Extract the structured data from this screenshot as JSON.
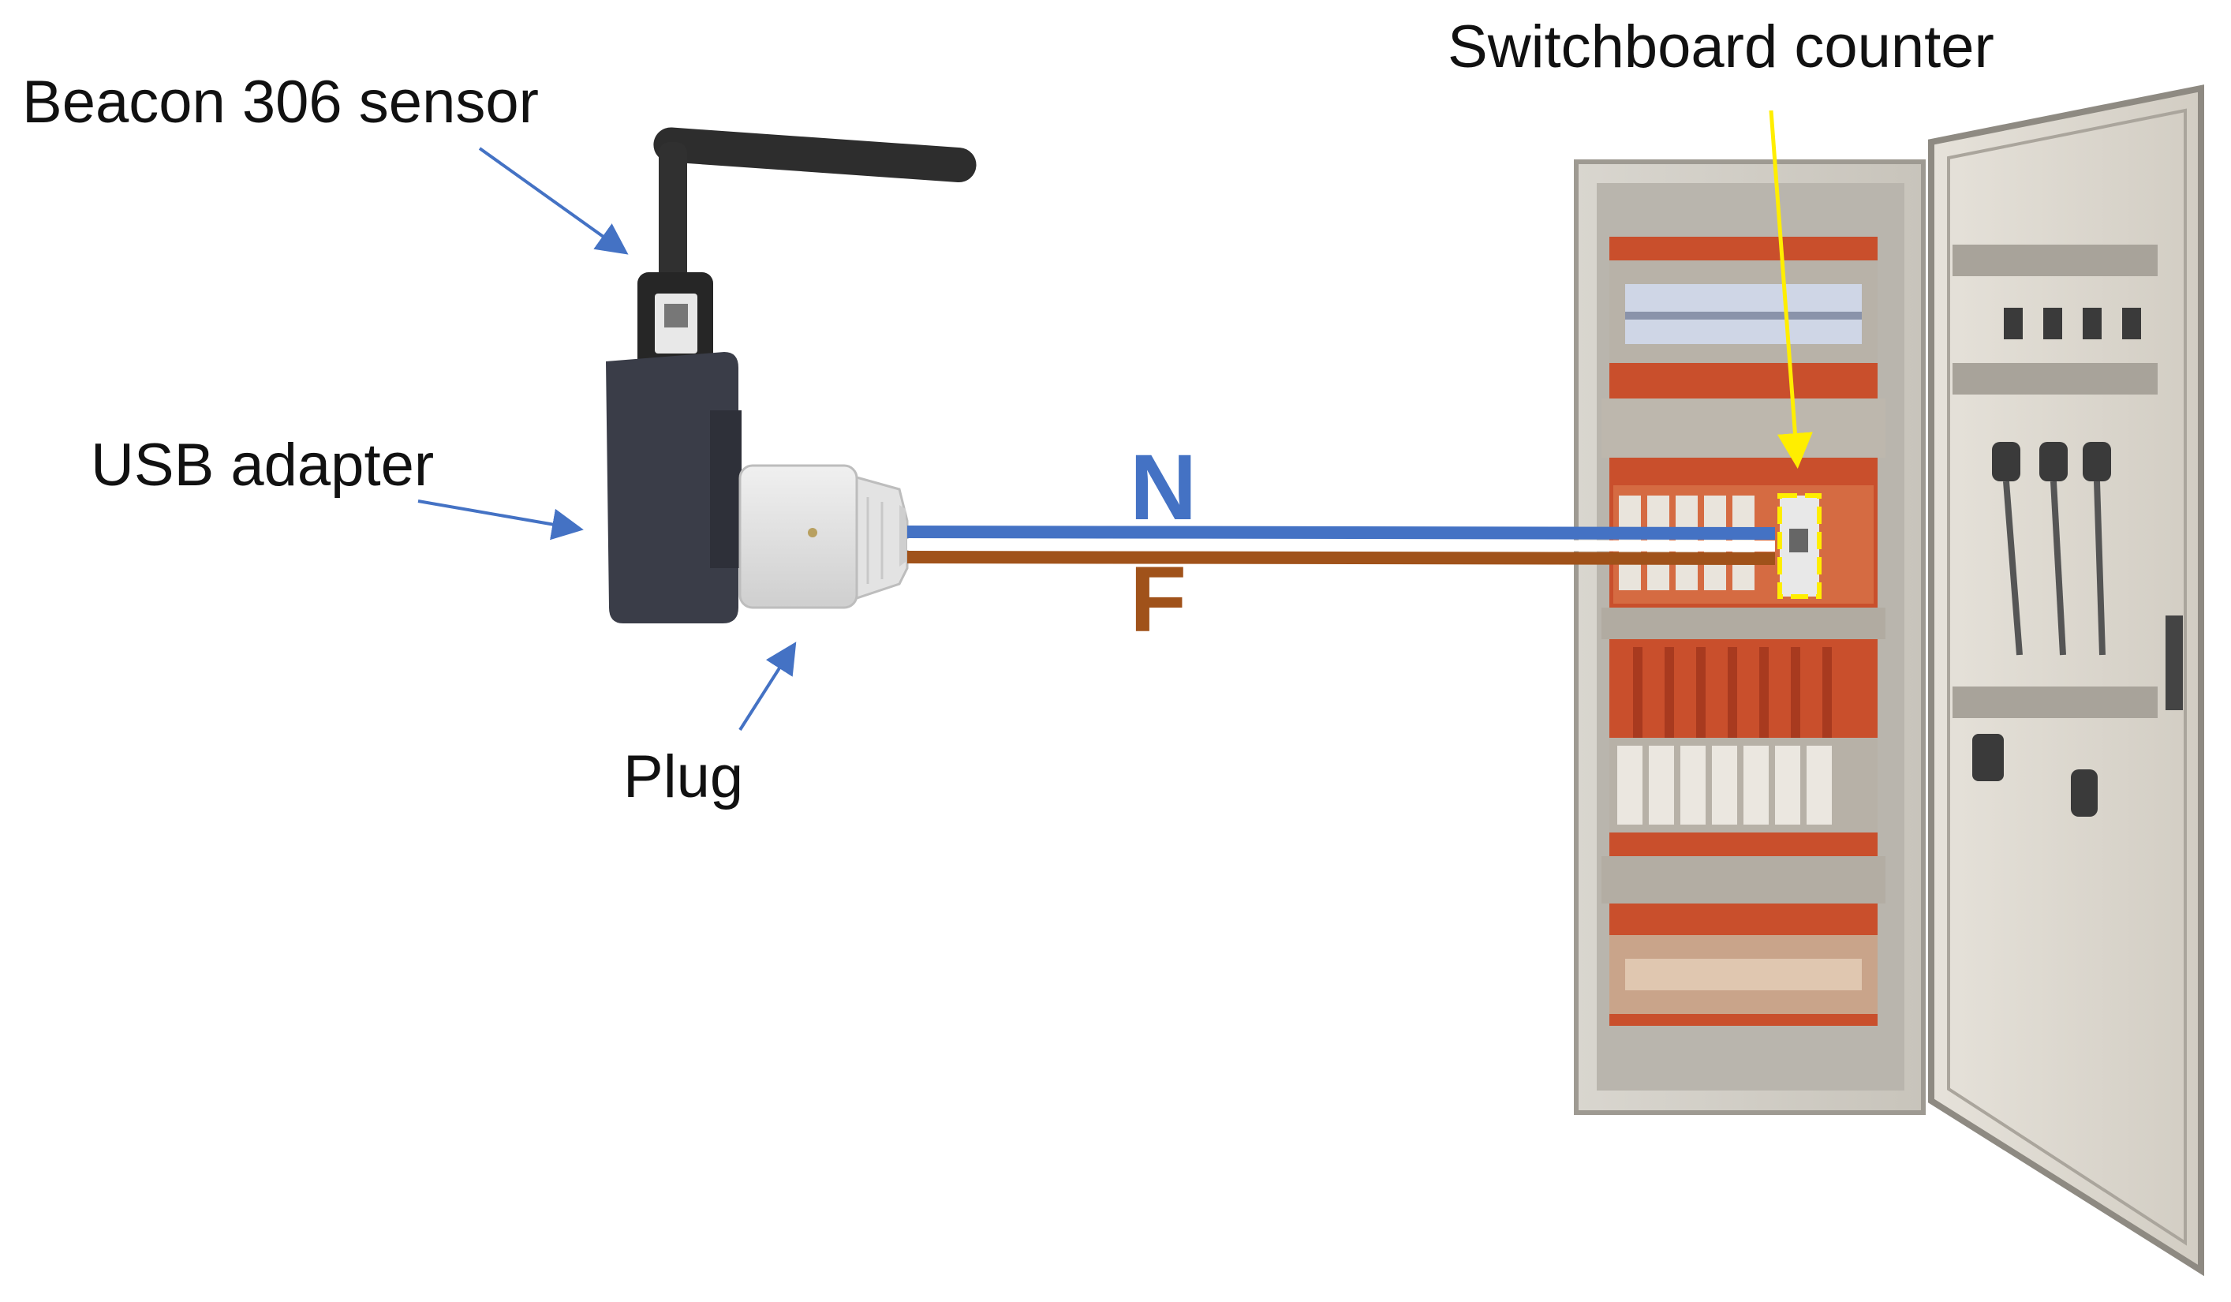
{
  "labels": {
    "sensor": "Beacon 306 sensor",
    "usb_adapter": "USB adapter",
    "plug": "Plug",
    "switchboard_counter": "Switchboard counter",
    "neutral": "N",
    "phase": "F"
  },
  "colors": {
    "neutral_wire": "#4472c4",
    "phase_wire": "#a0521a",
    "arrow": "#4472c4",
    "counter_highlight": "#ffee00",
    "background": "#ffffff"
  }
}
